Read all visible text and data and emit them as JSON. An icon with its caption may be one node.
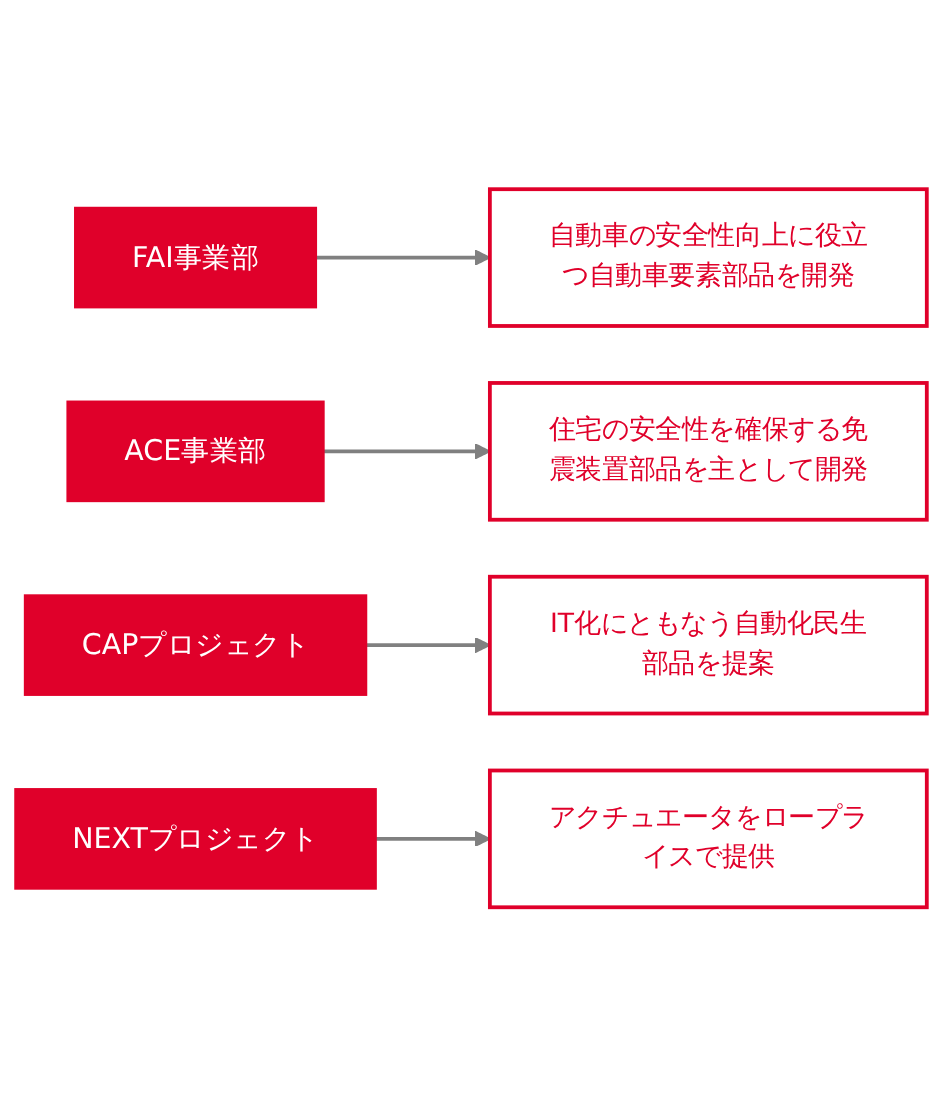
{
  "diagram": {
    "nodes": [
      {
        "text": [
          "FAI事業部"
        ]
      },
      {
        "text": [
          "自動車の安全性向上に役立つ自動車要素部品を開発"
        ]
      },
      {
        "text": [
          "ACE事業部"
        ]
      },
      {
        "text": [
          "住宅の安全性を確保する免震装置部品を主として開発"
        ]
      },
      {
        "text": [
          "CAPプロジェクト"
        ]
      },
      {
        "text": [
          "IT化にともなう自動化民生部品を提案"
        ]
      },
      {
        "text": [
          "NEXTプロジェクト"
        ]
      },
      {
        "text": [
          "アクチュエータをロープライスで提供"
        ]
      }
    ],
    "edges": [
      {
        "from": 0,
        "to": 1,
        "arrow": "to"
      },
      {
        "from": 2,
        "to": 3,
        "arrow": "to"
      },
      {
        "from": 4,
        "to": 5,
        "arrow": "to"
      },
      {
        "from": 6,
        "to": 7,
        "arrow": "to"
      }
    ]
  }
}
